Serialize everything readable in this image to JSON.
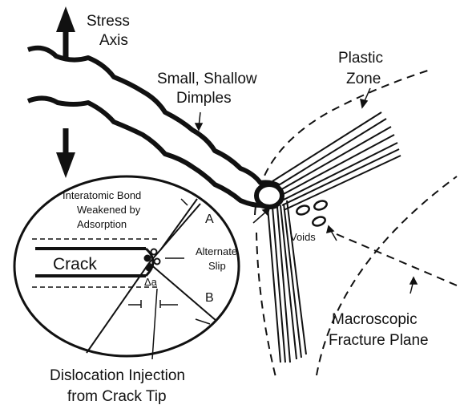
{
  "labels": {
    "stress_axis_1": "Stress",
    "stress_axis_2": "Axis",
    "dimples_1": "Small, Shallow",
    "dimples_2": "Dimples",
    "plastic_zone_1": "Plastic",
    "plastic_zone_2": "Zone",
    "bond_1": "Interatomic Bond",
    "bond_2": "Weakened by",
    "bond_3": "Adsorption",
    "point_a": "A",
    "point_b": "B",
    "alternate_slip_1": "Alternate",
    "alternate_slip_2": "Slip",
    "voids": "Voids",
    "crack": "Crack",
    "delta_a": "Δa",
    "macro_1": "Macroscopic",
    "macro_2": "Fracture Plane",
    "dislocation_1": "Dislocation Injection",
    "dislocation_2": "from Crack Tip"
  },
  "colors": {
    "ink": "#111111",
    "background": "#ffffff"
  }
}
